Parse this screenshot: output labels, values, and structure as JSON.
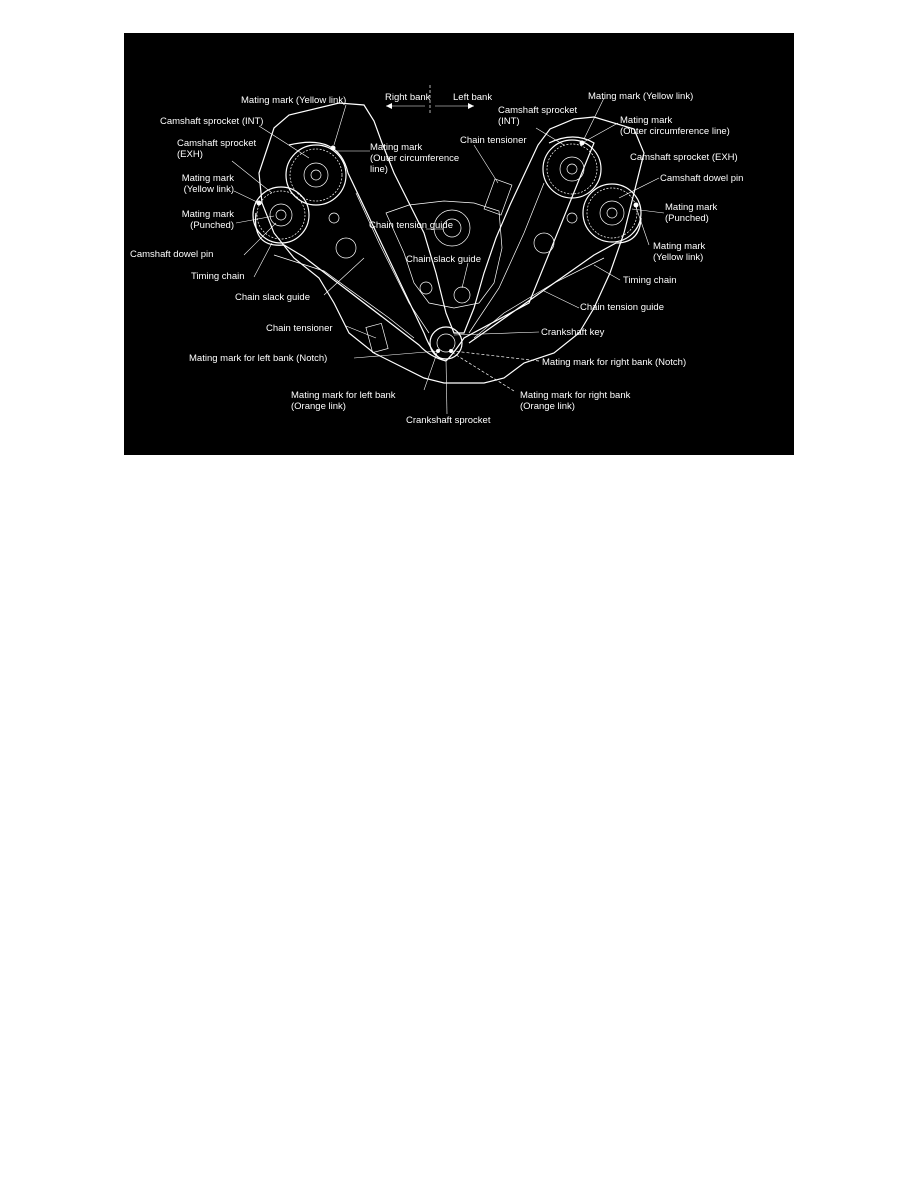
{
  "colors": {
    "background": "#000000",
    "ink": "#ffffff",
    "page": "#ffffff"
  },
  "direction": {
    "right_bank": "Right bank",
    "left_bank": "Left bank"
  },
  "labels": {
    "mating_yellow_top_right_bank": "Mating mark (Yellow link)",
    "camshaft_int_right": "Camshaft sprocket (INT)",
    "camshaft_exh_right": "Camshaft sprocket\n(EXH)",
    "mating_outer_right": "Mating mark\n(Outer circumference\nline)",
    "mating_yellow_right_exh": "Mating mark\n(Yellow link)",
    "mating_punched_right": "Mating mark\n(Punched)",
    "dowel_pin_right": "Camshaft dowel pin",
    "timing_chain_right": "Timing chain",
    "chain_slack_guide_right": "Chain slack guide",
    "chain_tensioner_lower": "Chain tensioner",
    "mating_left_notch": "Mating mark for left bank (Notch)",
    "mating_left_orange": "Mating mark for left bank\n(Orange link)",
    "crankshaft_sprocket": "Crankshaft sprocket",
    "mating_right_orange": "Mating mark for right bank\n(Orange link)",
    "mating_right_notch": "Mating mark for right bank (Notch)",
    "crankshaft_key": "Crankshaft key",
    "chain_tension_guide_left": "Chain tension guide",
    "timing_chain_left": "Timing chain",
    "mating_yellow_left_exh": "Mating mark\n(Yellow link)",
    "mating_punched_left": "Mating mark\n(Punched)",
    "dowel_pin_left": "Camshaft dowel pin",
    "camshaft_exh_left": "Camshaft sprocket (EXH)",
    "mating_outer_left": "Mating mark\n(Outer circumference line)",
    "mating_yellow_top_left_bank": "Mating mark (Yellow link)",
    "camshaft_int_left": "Camshaft sprocket\n(INT)",
    "chain_tensioner_upper": "Chain tensioner",
    "chain_tension_guide_center": "Chain tension guide",
    "chain_slack_guide_center": "Chain slack guide"
  }
}
